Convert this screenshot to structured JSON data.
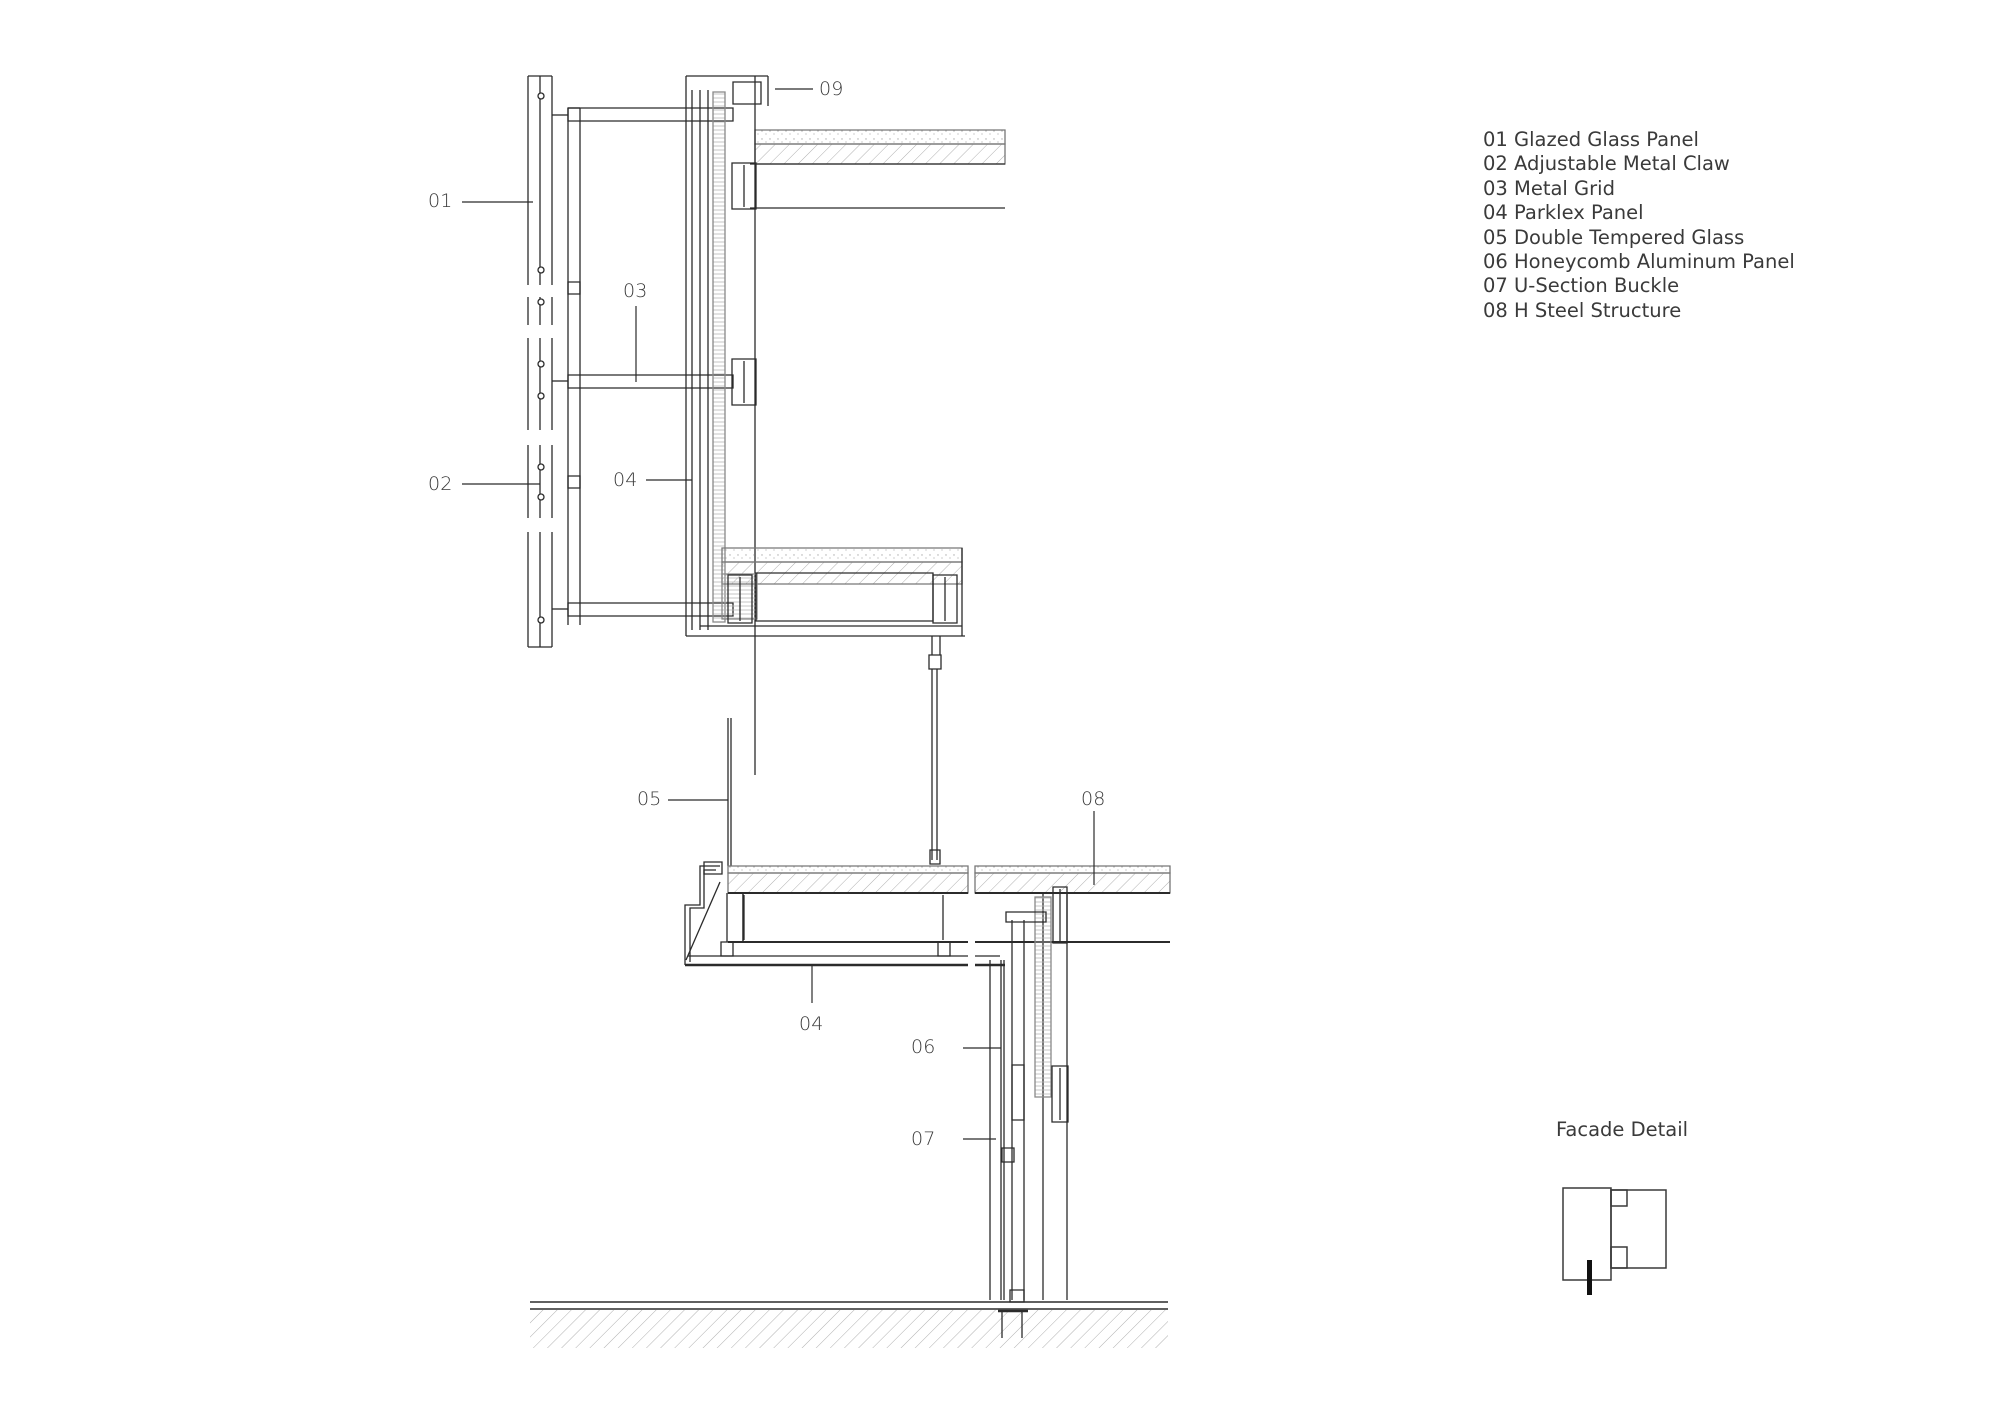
{
  "drawing": {
    "title": "Facade Detail",
    "callouts": [
      {
        "id": "01",
        "label": "01"
      },
      {
        "id": "02",
        "label": "02"
      },
      {
        "id": "03",
        "label": "03"
      },
      {
        "id": "04a",
        "label": "04"
      },
      {
        "id": "04b",
        "label": "04"
      },
      {
        "id": "05",
        "label": "05"
      },
      {
        "id": "06",
        "label": "06"
      },
      {
        "id": "07",
        "label": "07"
      },
      {
        "id": "08",
        "label": "08"
      },
      {
        "id": "09",
        "label": "09"
      }
    ],
    "legend": [
      "01 Glazed Glass Panel",
      "02 Adjustable Metal Claw",
      "03 Metal Grid",
      "04 Parklex Panel",
      "05 Double Tempered Glass",
      "06 Honeycomb Aluminum Panel",
      "07 U-Section Buckle",
      "08 H Steel Structure"
    ],
    "colors": {
      "line": "#2b2b2b",
      "hatch": "#9a9a9a",
      "background": "#ffffff"
    }
  }
}
